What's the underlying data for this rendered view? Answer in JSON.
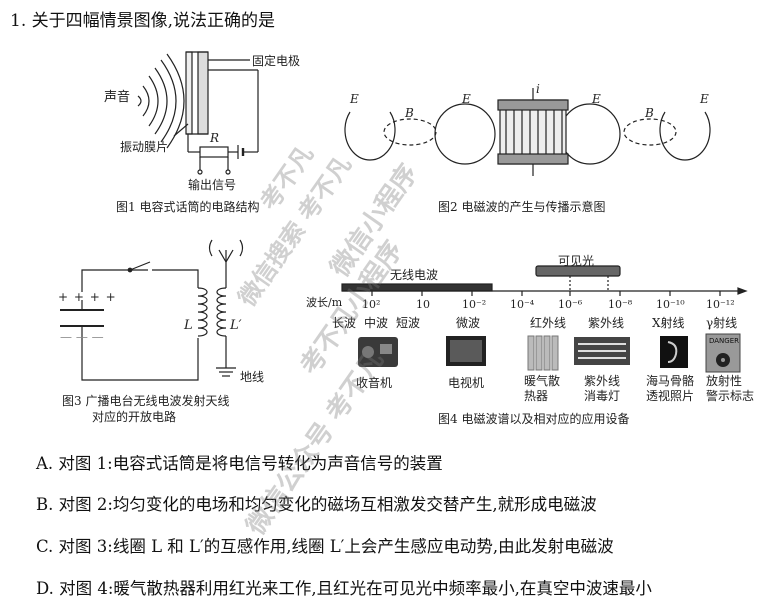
{
  "question": {
    "stem": "1. 关于四幅情景图像,说法正确的是"
  },
  "figure1": {
    "caption": "图1  电容式话筒的电路结构",
    "label_sound": "声音",
    "label_fixed_electrode": "固定电极",
    "label_diaphragm": "振动膜片",
    "label_r": "R",
    "label_output": "输出信号"
  },
  "figure2": {
    "caption": "图2  电磁波的产生与传播示意图",
    "label_e": "E",
    "label_b": "B",
    "label_i": "i"
  },
  "figure3": {
    "caption_line1": "图3  广播电台无线电波发射天线",
    "caption_line2": "对应的开放电路",
    "label_l": "L",
    "label_lprime": "L′",
    "label_ground": "地线",
    "plus_signs": "+ + + +",
    "minus_signs": "— — —"
  },
  "figure4": {
    "caption": "图4  电磁波谱以及相对应的应用设备",
    "band_radio": "无线电波",
    "band_visible": "可见光",
    "axis_label": "波长/m",
    "ticks": [
      "10²",
      "10",
      "10⁻²",
      "10⁻⁴",
      "10⁻⁶",
      "10⁻⁸",
      "10⁻¹⁰",
      "10⁻¹²"
    ],
    "wave_names": [
      "长波",
      "中波",
      "短波",
      "微波",
      "红外线",
      "紫外线",
      "X射线",
      "γ射线"
    ],
    "devices": [
      "收音机",
      "电视机",
      "暖气散\n热器",
      "紫外线\n消毒灯",
      "海马骨骼\n透视照片",
      "放射性\n警示标志"
    ],
    "danger_text": "DANGER"
  },
  "options": [
    "A. 对图 1:电容式话筒是将电信号转化为声音信号的装置",
    "B. 对图 2:均匀变化的电场和均匀变化的磁场互相激发交替产生,就形成电磁波",
    "C. 对图 3:线圈 L 和 L′的互感作用,线圈 L′上会产生感应电动势,由此发射电磁波",
    "D. 对图 4:暖气散热器利用红光来工作,且红光在可见光中频率最小,在真空中波速最小"
  ],
  "watermarks": [
    "考不凡",
    "微信搜索 考不凡",
    "微信小程序",
    "考不凡小程序",
    "微信公众号 考不凡"
  ]
}
